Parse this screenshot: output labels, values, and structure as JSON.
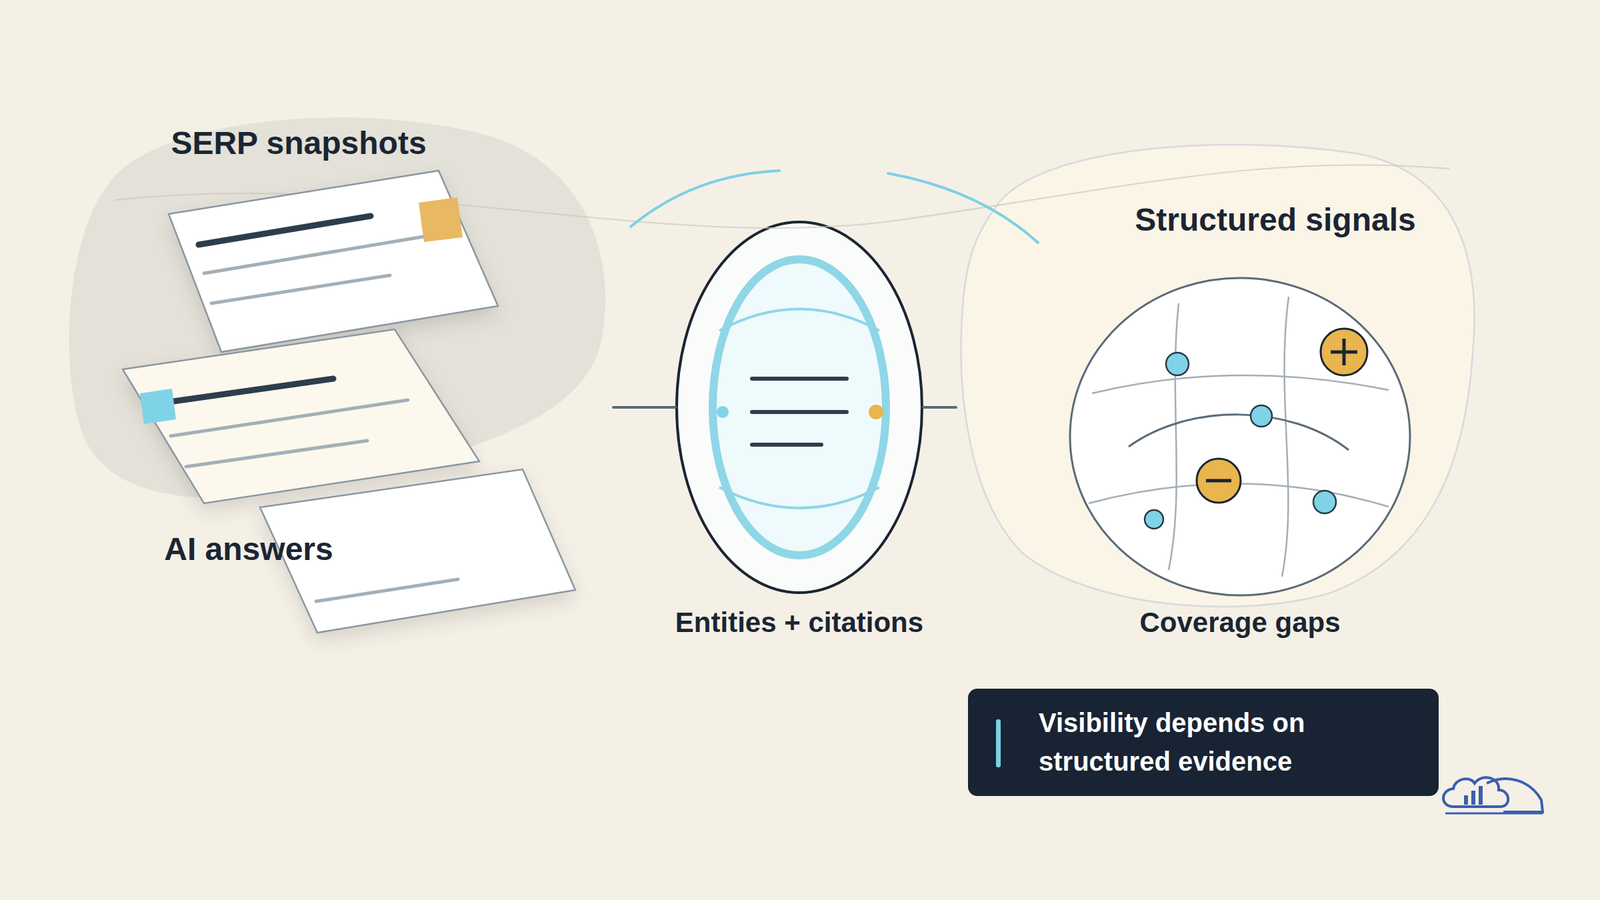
{
  "diagram": {
    "nodes": [
      {
        "text": [
          "SERP snapshots",
          "AI answers"
        ]
      },
      {
        "text": [
          "Entities + citations"
        ]
      },
      {
        "text": [
          "Structured signals"
        ]
      },
      {
        "text": [
          "Coverage gaps"
        ],
        "in": 2
      },
      {
        "text": [
          "Visibility depends on structured evidence"
        ]
      }
    ],
    "edges": [
      {
        "from": 0,
        "to": 1,
        "arrow": "none"
      },
      {
        "from": 1,
        "to": 2,
        "arrow": "none"
      }
    ]
  }
}
